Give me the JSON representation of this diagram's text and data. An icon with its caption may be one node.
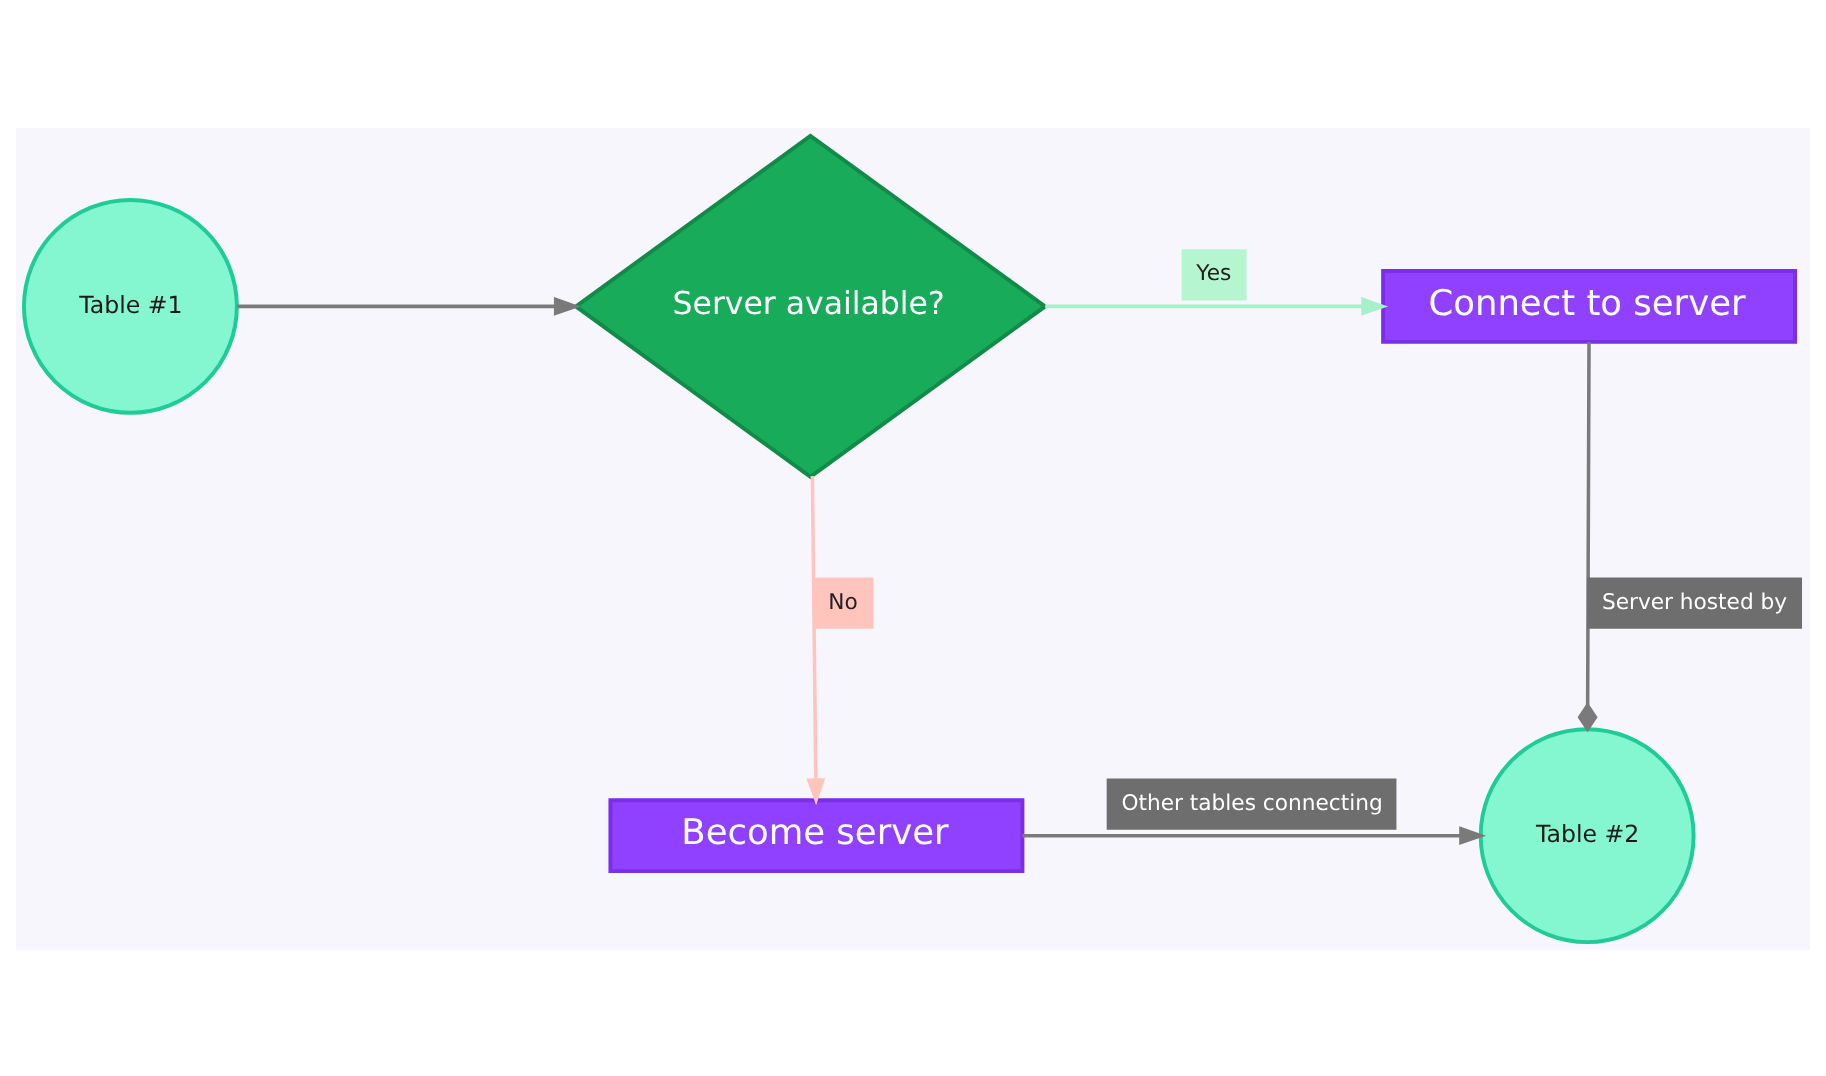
{
  "diagram": {
    "nodes": [
      {
        "text": [
          "Table #1"
        ]
      },
      {
        "text": [
          "Server available?"
        ]
      },
      {
        "text": [
          "Connect to server"
        ]
      },
      {
        "text": [
          "Become server"
        ]
      },
      {
        "text": [
          "Table #2"
        ]
      }
    ],
    "edges": [
      {
        "from": 0,
        "to": 1,
        "arrow": "to"
      },
      {
        "from": 1,
        "to": 2,
        "arrow": "to",
        "label": "Yes",
        "color": "#a8f0c8"
      },
      {
        "from": 1,
        "to": 3,
        "arrow": "to",
        "label": "No",
        "color": "#ffc4bc"
      },
      {
        "from": 2,
        "to": 4,
        "arrow": "other",
        "label": "Server hosted by"
      },
      {
        "from": 3,
        "to": 4,
        "arrow": "to",
        "label": "Other tables connecting"
      }
    ]
  }
}
